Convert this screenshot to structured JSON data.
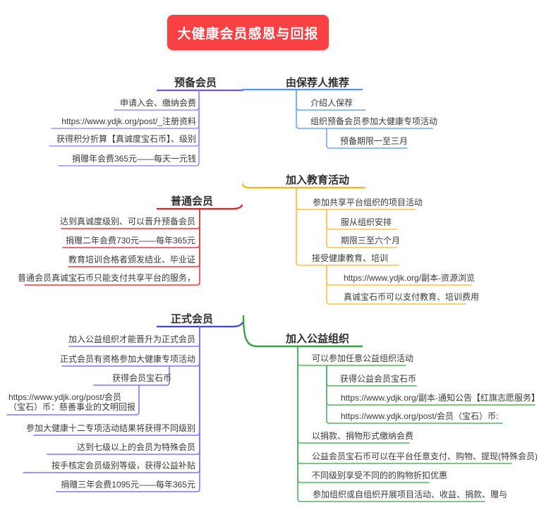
{
  "root": {
    "title": "大健康会员感恩与回报",
    "color": "#f94144",
    "text_color": "#ffffff"
  },
  "colors": {
    "trunk": "#4a46f1",
    "preparatory_member": "#7456ee",
    "sponsor_recommendation": "#4e93f7",
    "ordinary_member": "#e02329",
    "education_activities": "#f6b51e",
    "formal_member": "#4143ea",
    "welfare_organization": "#3a9e4d"
  },
  "branches": [
    {
      "label": "预备会员",
      "side": "left",
      "color": "#7456ee",
      "children": [
        {
          "text": "申请入会、缴纳会费"
        },
        {
          "text": "https://www.ydjk.org/post/_注册资料"
        },
        {
          "text": "获得积分折算【真诚度宝石币】、级别"
        },
        {
          "text": "捐赠年会费365元——每天一元钱"
        }
      ]
    },
    {
      "label": "由保荐人推荐",
      "side": "right",
      "color": "#4e93f7",
      "children": [
        {
          "text": "介绍人保荐"
        },
        {
          "text": "组织预备会员参加大健康专项活动",
          "children": [
            {
              "text": "预备期限一至三月"
            }
          ]
        }
      ]
    },
    {
      "label": "普通会员",
      "side": "left",
      "color": "#e02329",
      "children": [
        {
          "text": "达到真诚度级别、可以晋升预备会员"
        },
        {
          "text": "捐赠二年会费730元——每年365元"
        },
        {
          "text": "教育培训合格者颁发结业、毕业证"
        },
        {
          "text": "普通会员真诚宝石币只能支付共享平台的服务，"
        }
      ]
    },
    {
      "label": "加入教育活动",
      "side": "right",
      "color": "#f6b51e",
      "children": [
        {
          "text": "参加共享平台组织的项目活动",
          "children": [
            {
              "text": "服从组织安排"
            },
            {
              "text": "期限三至六个月"
            }
          ]
        },
        {
          "text": "接受健康教育、培训",
          "children": [
            {
              "text": "https://www.ydjk.org/副本-资源浏览"
            },
            {
              "text": "真诚宝石币可以支付教育、培训费用"
            }
          ]
        }
      ]
    },
    {
      "label": "正式会员",
      "side": "left",
      "color": "#4143ea",
      "children": [
        {
          "text": "加入公益组织才能晋升为正式会员"
        },
        {
          "text": "正式会员有资格参加大健康专项活动"
        },
        {
          "text": "获得会员宝石币",
          "children": [
            {
              "text": "https://www.ydjk.org/post/会员\n（宝石）币：慈善事业的文明回报"
            }
          ]
        },
        {
          "text": "参加大健康十二专项活动结果将获得不同级别"
        },
        {
          "text": "达到七级以上的会员为特殊会员"
        },
        {
          "text": "按手核定会员级别等级，获得公益补贴"
        },
        {
          "text": "捐赠三年会费1095元——每年365元"
        }
      ]
    },
    {
      "label": "加入公益组织",
      "side": "right",
      "color": "#3a9e4d",
      "children": [
        {
          "text": "可以参加任意公益组织活动",
          "children": [
            {
              "text": "获得公益会员宝石币"
            },
            {
              "text": "https://www.ydjk.org/副本-通知公告【红旗志愿服务】"
            },
            {
              "text": "https://www.ydjk.org/post/会员（宝石）币:"
            }
          ]
        },
        {
          "text": "以捐款、捐物形式缴纳会费"
        },
        {
          "text": "公益会员宝石币可以在平台任意支付、购物、提现(特殊会员)"
        },
        {
          "text": "不同级别享受不同的的购物折扣优惠"
        },
        {
          "text": "参加组织或自组织开展项目活动、收益、捐款、赠与"
        }
      ]
    }
  ]
}
